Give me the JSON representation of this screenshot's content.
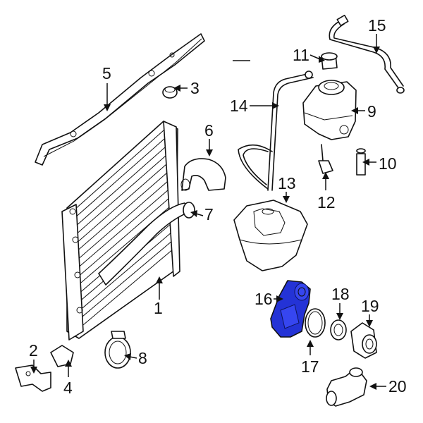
{
  "diagram": {
    "highlight_color": "#2433d6",
    "callouts": {
      "c1": "1",
      "c2": "2",
      "c3": "3",
      "c4": "4",
      "c5": "5",
      "c6": "6",
      "c7": "7",
      "c8": "8",
      "c9": "9",
      "c10": "10",
      "c11": "11",
      "c12": "12",
      "c13": "13",
      "c14": "14",
      "c15": "15",
      "c16": "16",
      "c17": "17",
      "c18": "18",
      "c19": "19",
      "c20": "20"
    }
  }
}
